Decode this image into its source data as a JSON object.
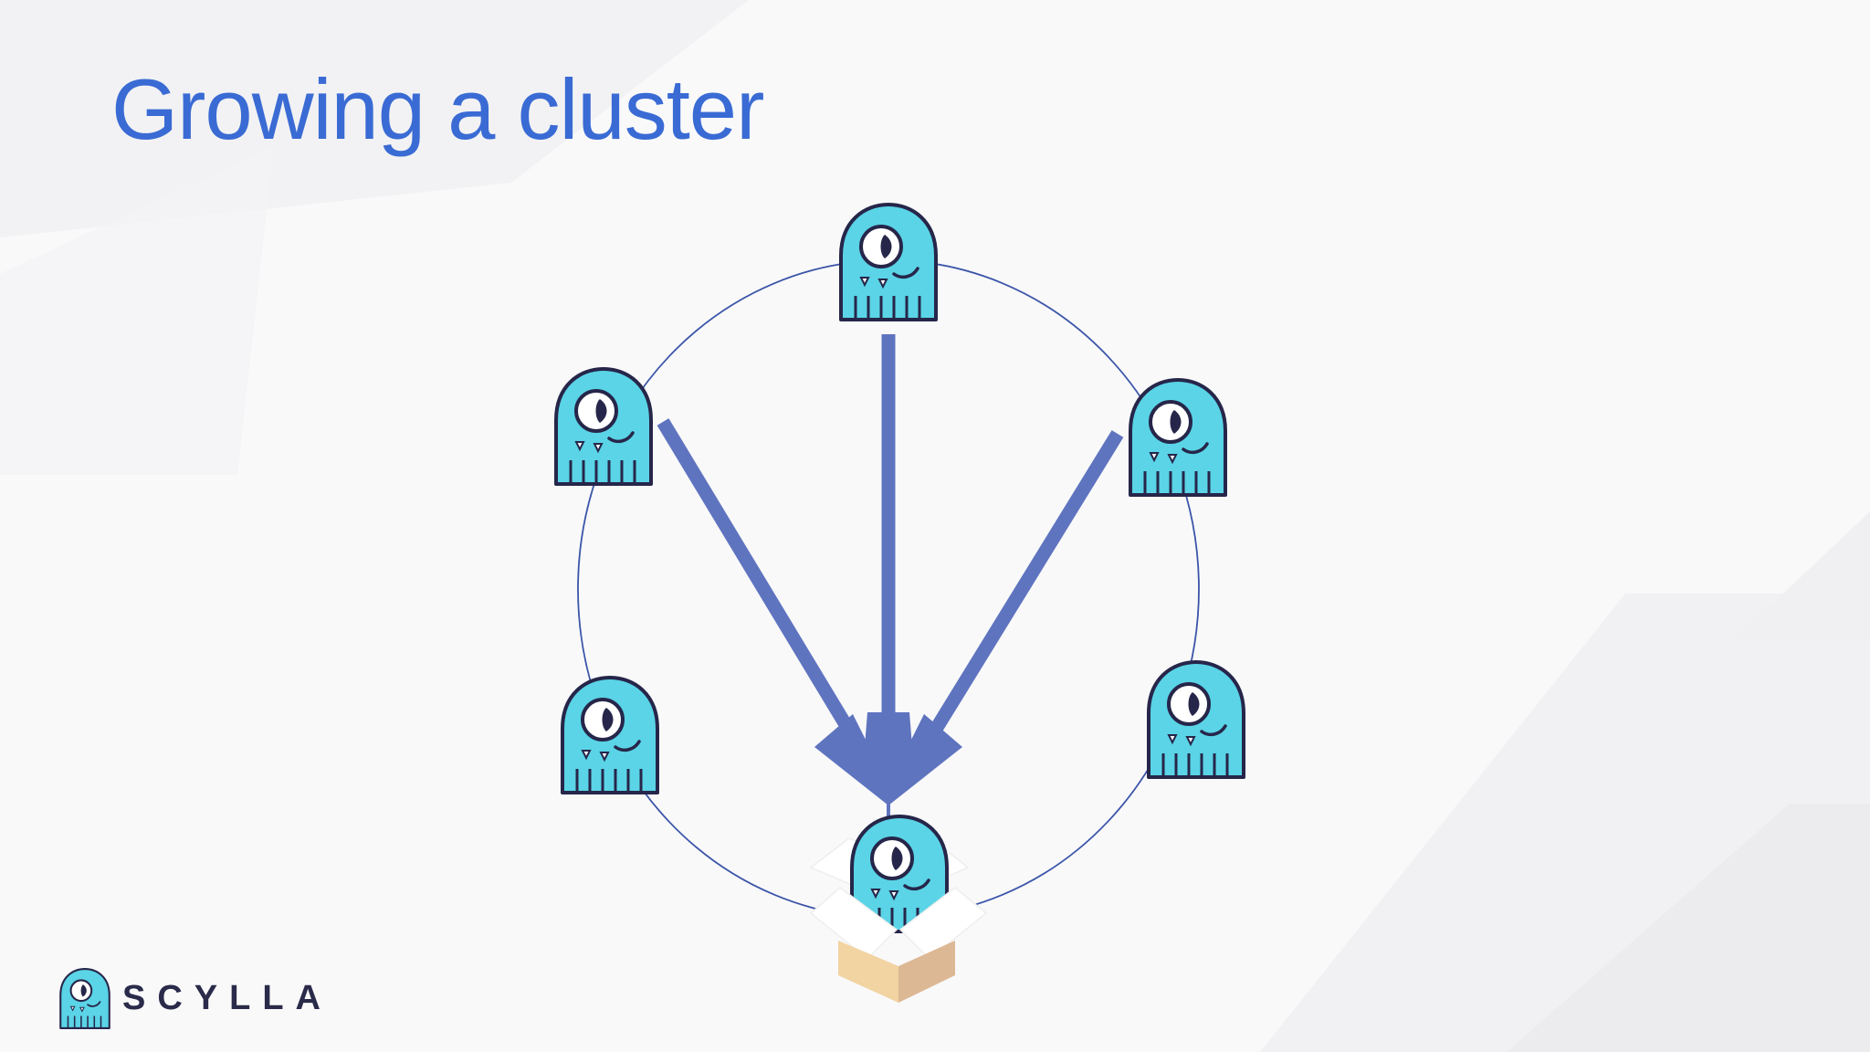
{
  "slide": {
    "title": "Growing a cluster"
  },
  "diagram": {
    "nodes": [
      {
        "id": "node-top",
        "icon": "scylla-monster-icon"
      },
      {
        "id": "node-upper-left",
        "icon": "scylla-monster-icon"
      },
      {
        "id": "node-upper-right",
        "icon": "scylla-monster-icon"
      },
      {
        "id": "node-lower-left",
        "icon": "scylla-monster-icon"
      },
      {
        "id": "node-lower-right",
        "icon": "scylla-monster-icon"
      },
      {
        "id": "node-new",
        "icon": "scylla-monster-in-box-icon"
      }
    ],
    "arrows": [
      {
        "from": "node-upper-left",
        "to": "node-new"
      },
      {
        "from": "node-top",
        "to": "node-new"
      },
      {
        "from": "node-upper-right",
        "to": "node-new"
      }
    ]
  },
  "brand": {
    "name": "SCYLLA",
    "icon": "scylla-logo-icon"
  },
  "colors": {
    "title": "#3a6bd4",
    "ring": "#3b55a8",
    "arrow": "#5f74bf",
    "monster_body": "#5ad4e6",
    "monster_outline": "#26264a",
    "box_light": "#f2d3a2",
    "box_dark": "#ddb894",
    "brand_text": "#2a2a4a"
  }
}
